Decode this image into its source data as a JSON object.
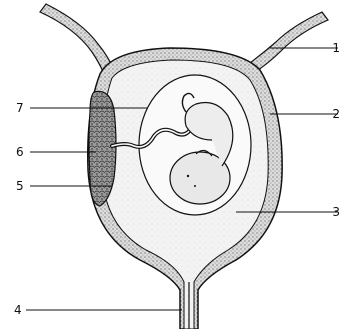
{
  "labels": {
    "l1": "1",
    "l2": "2",
    "l3": "3",
    "l4": "4",
    "l5": "5",
    "l6": "6",
    "l7": "7"
  },
  "colors": {
    "ink": "#111111",
    "wall_fill": "#d9d9d9",
    "cavity_fill": "#f2f2f2",
    "placenta_fill": "#8a8a8a",
    "background": "#ffffff"
  }
}
